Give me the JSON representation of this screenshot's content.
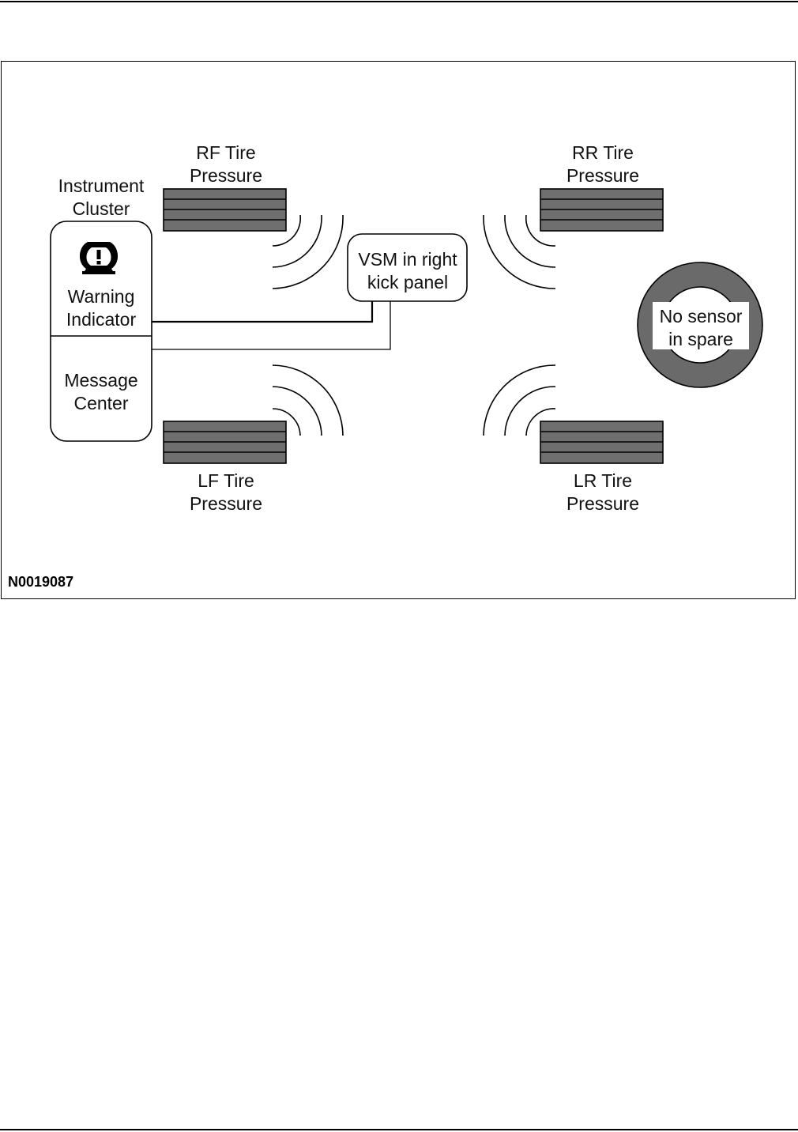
{
  "figure": {
    "id": "N0019087",
    "instrument_cluster": {
      "title_line1": "Instrument",
      "title_line2": "Cluster",
      "warning_line1": "Warning",
      "warning_line2": "Indicator",
      "message_line1": "Message",
      "message_line2": "Center",
      "icon": "tire-pressure-warning-icon"
    },
    "vsm": {
      "line1": "VSM in right",
      "line2": "kick panel"
    },
    "sensors": {
      "rf": {
        "line1": "RF Tire",
        "line2": "Pressure"
      },
      "rr": {
        "line1": "RR Tire",
        "line2": "Pressure"
      },
      "lf": {
        "line1": "LF Tire",
        "line2": "Pressure"
      },
      "lr": {
        "line1": "LR Tire",
        "line2": "Pressure"
      }
    },
    "spare": {
      "line1": "No sensor",
      "line2": "in spare"
    },
    "colors": {
      "tire_fill": "#6f6f6f",
      "spare_fill": "#6a6a6a"
    }
  }
}
